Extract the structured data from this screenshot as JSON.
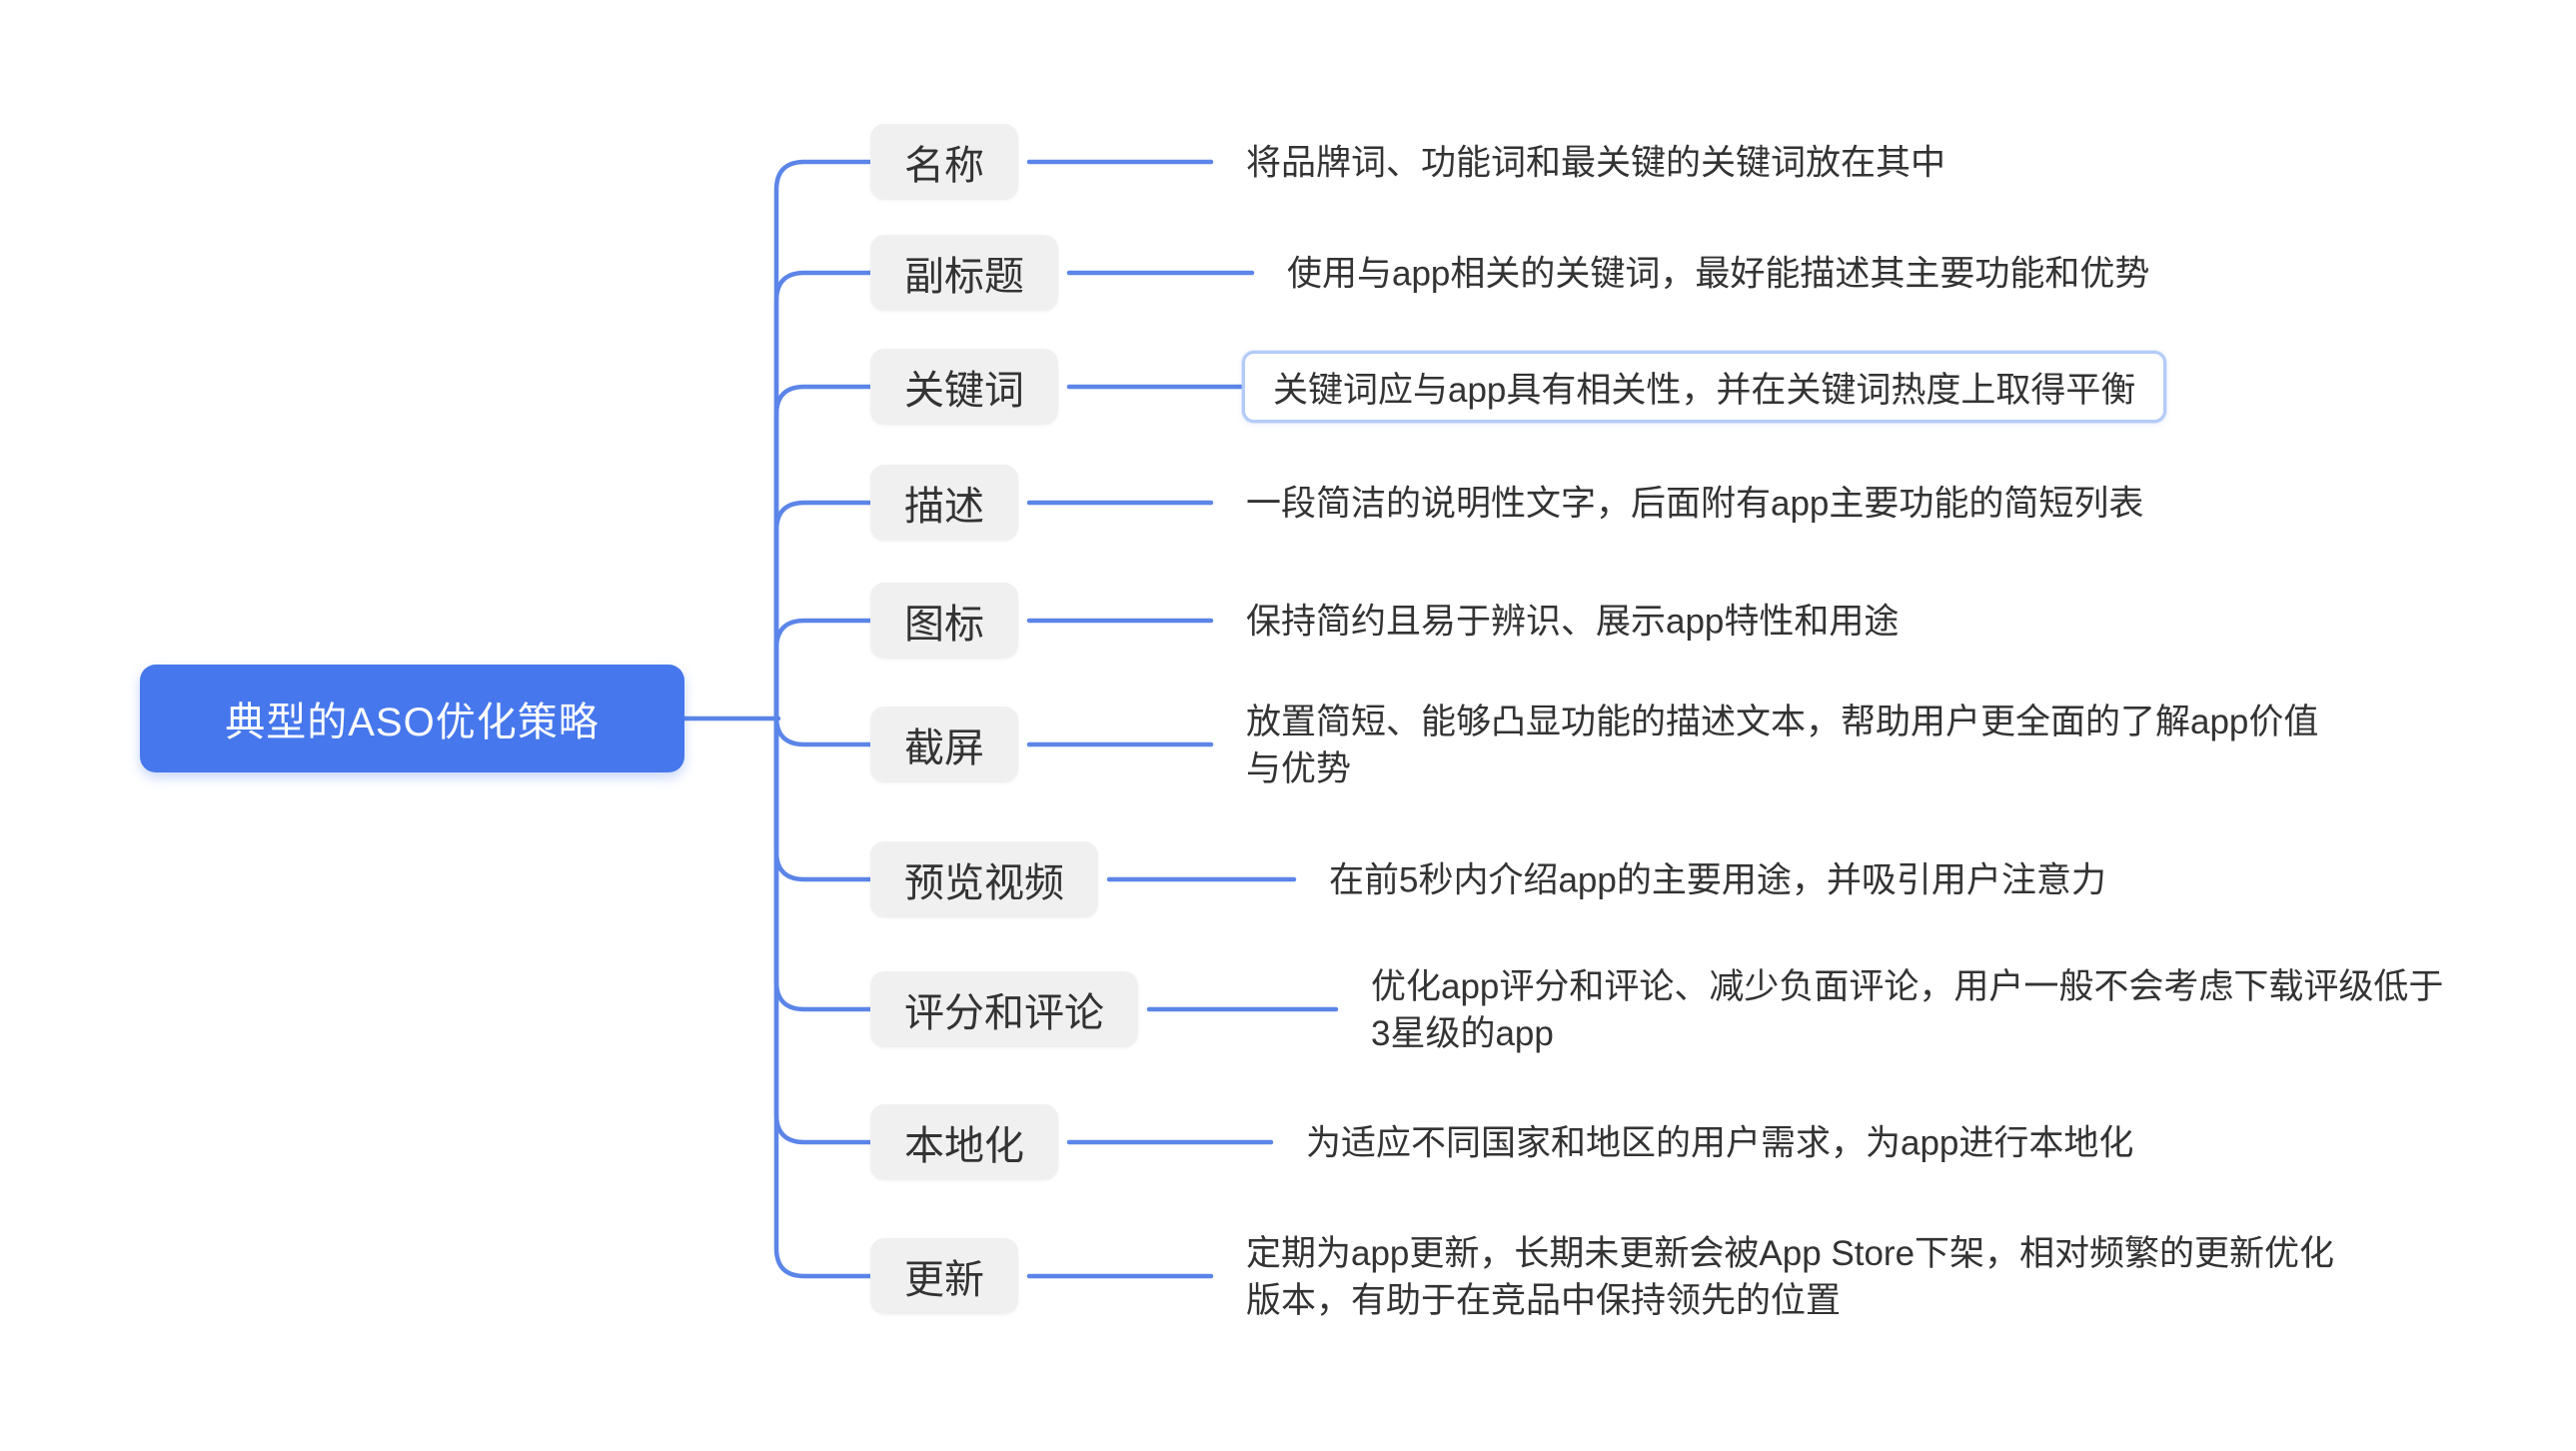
{
  "root": {
    "label": "典型的ASO优化策略"
  },
  "branches": [
    {
      "label": "名称",
      "detail": "将品牌词、功能词和最关键的关键词放在其中",
      "selected": false
    },
    {
      "label": "副标题",
      "detail": "使用与app相关的关键词，最好能描述其主要功能和优势",
      "selected": false
    },
    {
      "label": "关键词",
      "detail": "关键词应与app具有相关性，并在关键词热度上取得平衡",
      "selected": true
    },
    {
      "label": "描述",
      "detail": "一段简洁的说明性文字，后面附有app主要功能的简短列表",
      "selected": false
    },
    {
      "label": "图标",
      "detail": "保持简约且易于辨识、展示app特性和用途",
      "selected": false
    },
    {
      "label": "截屏",
      "detail": "放置简短、能够凸显功能的描述文本，帮助用户更全面的了解app价值\n与优势",
      "selected": false
    },
    {
      "label": "预览视频",
      "detail": "在前5秒内介绍app的主要用途，并吸引用户注意力",
      "selected": false
    },
    {
      "label": "评分和评论",
      "detail": "优化app评分和评论、减少负面评论，用户一般不会考虑下载评级低于\n3星级的app",
      "selected": false
    },
    {
      "label": "本地化",
      "detail": "为适应不同国家和地区的用户需求，为app进行本地化",
      "selected": false
    },
    {
      "label": "更新",
      "detail": "定期为app更新，长期未更新会被App Store下架，相对频繁的更新优化\n版本，有助于在竞品中保持领先的位置",
      "selected": false
    }
  ],
  "colors": {
    "root_fill": "#4677EC",
    "root_text": "#FFFFFF",
    "connector": "#5B85E8",
    "topic_fill": "#F0F0F1",
    "topic_text": "#333333",
    "detail_text": "#333333",
    "selection_border": "#B3CBF8",
    "background": "#FFFFFF"
  }
}
